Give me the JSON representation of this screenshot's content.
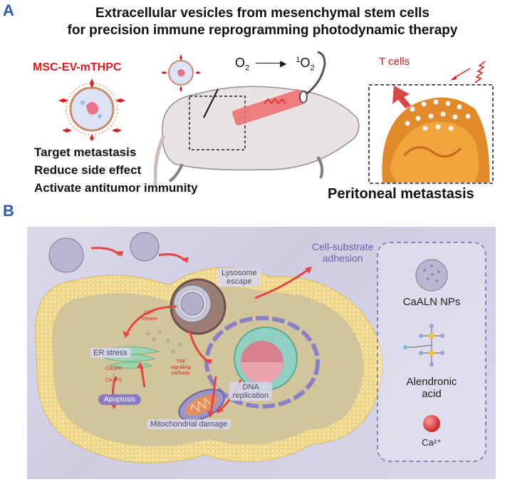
{
  "panel_a": {
    "letter": "A",
    "title_line1": "Extracellular vesicles from mesenchymal stem cells",
    "title_line2": "for precision immune reprogramming photodynamic therapy",
    "vesicle_label": "MSC-EV-mTHPC",
    "reaction_left": "O",
    "reaction_left_sub": "2",
    "reaction_right_sup": "1",
    "reaction_right": "O",
    "reaction_right_sub": "2",
    "tcell_label": "T cells",
    "bullets": [
      "Target metastasis",
      "Reduce side effect",
      "Activate antitumor immunity"
    ],
    "metastasis_label": "Peritoneal metastasis"
  },
  "panel_b": {
    "letter": "B",
    "lysosome_label": "Lysosome\nescape",
    "adhesion_label": "Cell-substrate\nadhesion",
    "er_stress_label": "ER stress",
    "apoptosis_label": "Apoptosis",
    "dna_label": "DNA\nreplication",
    "mito_label": "Mitochondrial damage",
    "ca_release_label": "Ca²⁺\nrelease",
    "casp_label": "CASP8\n↓\nCASP3",
    "tnf_label": "TNF\nsignaling\npathway",
    "legend": {
      "np_label": "CaALN NPs",
      "acid_label": "Alendronic\nacid",
      "ion_label": "Ca²⁺"
    }
  },
  "colors": {
    "panel_letter": "#2f5aa8",
    "red_accent": "#e01b1b",
    "membrane": "#f3dc8a",
    "cytoplasm": "#d3c7a0",
    "nucleus_outer": "#7fc6b8",
    "nucleus_inner": "#d47a8a"
  }
}
